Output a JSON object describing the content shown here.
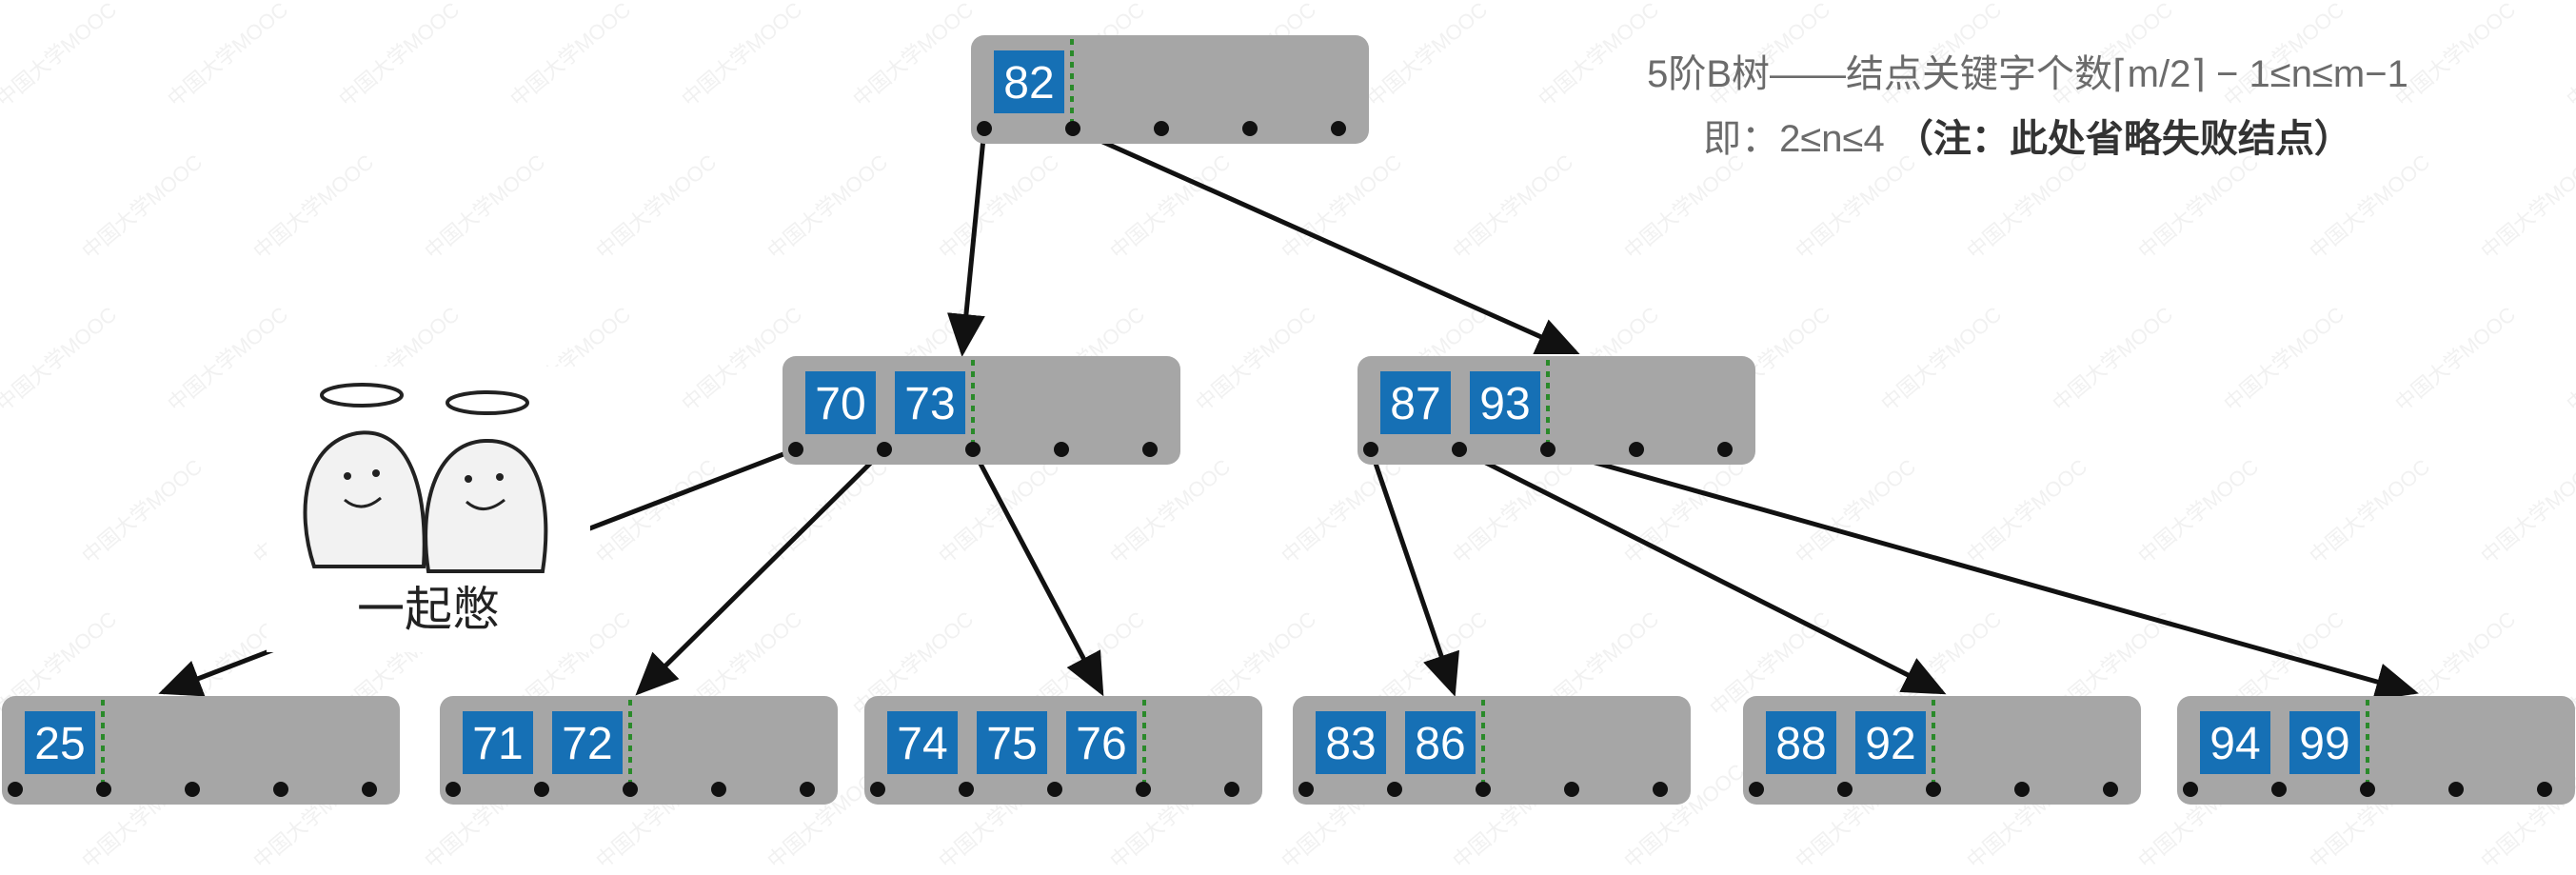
{
  "caption": {
    "line1": "5阶B树——结点关键字个数⌈m/2⌉ − 1≤n≤m−1",
    "line2_prefix": "即：2≤n≤4 ",
    "line2_note": "（注：此处省略失败结点）"
  },
  "tree": {
    "max_keys": 4,
    "nodes": [
      {
        "id": "root",
        "keys": [
          "82"
        ],
        "children": [
          "n1",
          "n2"
        ]
      },
      {
        "id": "n1",
        "keys": [
          "70",
          "73"
        ],
        "children": [
          "l1",
          "l2",
          "l3"
        ]
      },
      {
        "id": "n2",
        "keys": [
          "87",
          "93"
        ],
        "children": [
          "l4",
          "l5",
          "l6"
        ]
      },
      {
        "id": "l1",
        "keys": [
          "25"
        ],
        "children": []
      },
      {
        "id": "l2",
        "keys": [
          "71",
          "72"
        ],
        "children": []
      },
      {
        "id": "l3",
        "keys": [
          "74",
          "75",
          "76"
        ],
        "children": []
      },
      {
        "id": "l4",
        "keys": [
          "83",
          "86"
        ],
        "children": []
      },
      {
        "id": "l5",
        "keys": [
          "88",
          "92"
        ],
        "children": []
      },
      {
        "id": "l6",
        "keys": [
          "94",
          "99"
        ],
        "children": []
      }
    ]
  },
  "sticker": {
    "caption": "一起憋"
  },
  "watermark": {
    "text": "中国大学MOOC"
  }
}
